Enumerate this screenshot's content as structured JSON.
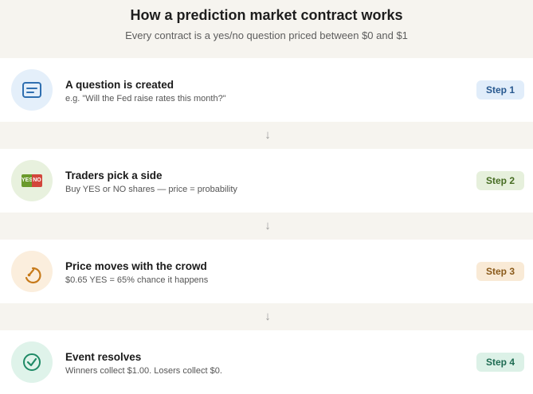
{
  "header": {
    "title": "How a prediction market contract works",
    "subtitle": "Every contract is a yes/no question priced between $0 and $1"
  },
  "steps": [
    {
      "title": "A question is created",
      "description": "e.g. \"Will the Fed raise rates this month?\"",
      "badge": "Step 1",
      "icon": "document-icon",
      "accent": "#2f6fb0"
    },
    {
      "title": "Traders pick a side",
      "description": "Buy YES or NO shares — price = probability",
      "badge": "Step 2",
      "icon": "yes-no-icon",
      "accent": "#5a8a2a",
      "yes_label": "YES",
      "no_label": "NO"
    },
    {
      "title": "Price moves with the crowd",
      "description": "$0.65 YES = 65% chance it happens",
      "badge": "Step 3",
      "icon": "gauge-icon",
      "accent": "#c77a1a"
    },
    {
      "title": "Event resolves",
      "description": "Winners collect $1.00. Losers collect $0.",
      "badge": "Step 4",
      "icon": "check-circle-icon",
      "accent": "#1f8a66"
    }
  ],
  "arrow_glyph": "↓"
}
